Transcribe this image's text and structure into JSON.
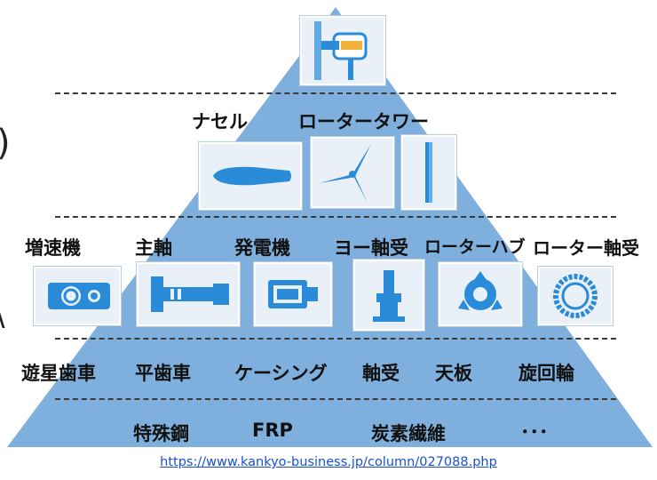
{
  "colors": {
    "pyramid": "#7fb0dd",
    "dash": "#3a3a3a",
    "tile": "#e9f0f8",
    "link": "#1a4fd6",
    "icon": "#2a8bd8"
  },
  "top": {
    "icon": "nacelle-rotor-tower-icon"
  },
  "tier1": {
    "labels": [
      "ナセル",
      "ロータータワー"
    ],
    "icons": [
      "nacelle-icon",
      "rotor-icon",
      "tower-icon"
    ]
  },
  "tier2": {
    "labels": [
      "増速機",
      "主軸",
      "発電機",
      "ヨー軸受",
      "ローターハブ",
      "ローター軸受"
    ],
    "icons": [
      "gearbox-icon",
      "main-shaft-icon",
      "generator-icon",
      "yaw-bearing-icon",
      "rotor-hub-icon",
      "rotor-bearing-icon"
    ]
  },
  "tier3": {
    "labels": [
      "遊星歯車",
      "平歯車",
      "ケーシング",
      "軸受",
      "天板",
      "旋回輪"
    ]
  },
  "tier4": {
    "labels": [
      "特殊鋼",
      "FRP",
      "炭素繊維",
      "･･･"
    ]
  },
  "source_url": "https://www.kankyo-business.jp/column/027088.php",
  "side_marks": [
    ")",
    "\\"
  ]
}
